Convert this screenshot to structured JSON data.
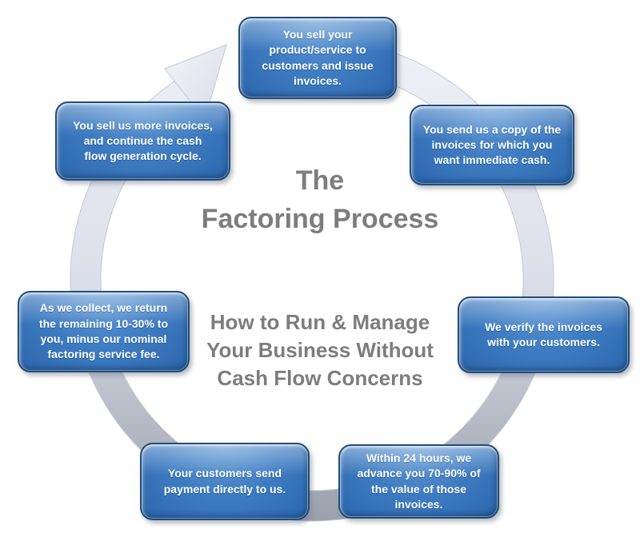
{
  "diagram": {
    "title_lines": [
      "The",
      "Factoring Process"
    ],
    "subtitle_lines": [
      "How to Run & Manage",
      "Your Business Without",
      "Cash Flow Concerns"
    ],
    "steps": [
      {
        "position": "top",
        "text": "You sell your product/service to customers and issue invoices.",
        "lines": [
          "You sell your",
          "product/service to",
          "customers and issue",
          "invoices."
        ]
      },
      {
        "position": "top-right",
        "text": "You send us a copy of the invoices for which you want immediate cash.",
        "lines": [
          "You send us a copy of the",
          "invoices for which you",
          "want immediate cash."
        ]
      },
      {
        "position": "right",
        "text": "We verify the invoices with your customers.",
        "lines": [
          "We verify the invoices",
          "with your customers."
        ]
      },
      {
        "position": "bottom-right",
        "text": "Within 24 hours, we advance you 70-90% of the value of those invoices.",
        "lines": [
          "Within 24 hours, we",
          "advance you 70-90% of",
          "the value of those",
          "invoices."
        ]
      },
      {
        "position": "bottom-left",
        "text": "Your customers send payment directly to us.",
        "lines": [
          "Your customers send",
          "payment directly to us."
        ]
      },
      {
        "position": "left",
        "text": "As we collect, we return the remaining 10-30% to you, minus our nominal factoring service fee.",
        "lines": [
          "As we collect, we return",
          "the remaining 10-30% to",
          "you, minus our nominal",
          "factoring service fee."
        ]
      },
      {
        "position": "top-left",
        "text": "You sell us more invoices, and continue the cash flow generation cycle.",
        "lines": [
          "You sell us more invoices,",
          "and continue the cash",
          "flow generation cycle."
        ]
      }
    ],
    "colors": {
      "box_fill": "#3a77bf",
      "box_border": "#1f4e79",
      "box_text": "#ffffff",
      "title_text": "#7d7d7d",
      "ring_light": "#eff1f7",
      "ring_dark": "#9aa0ac"
    }
  }
}
